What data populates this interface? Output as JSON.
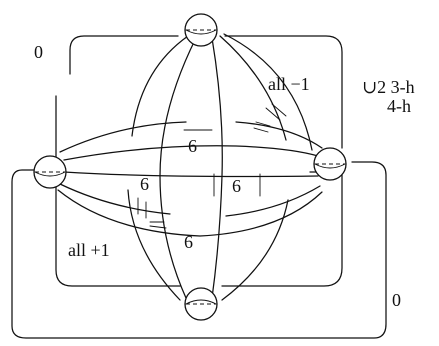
{
  "labels": {
    "framing_top_left": "0",
    "framing_bottom_right": "0",
    "all_minus_one": "all −1",
    "all_plus_one": "all +1",
    "union_text": "∪2 3-h",
    "four_h": "4-h",
    "six_top": "6",
    "six_left": "6",
    "six_center": "6",
    "six_bottom": "6"
  }
}
